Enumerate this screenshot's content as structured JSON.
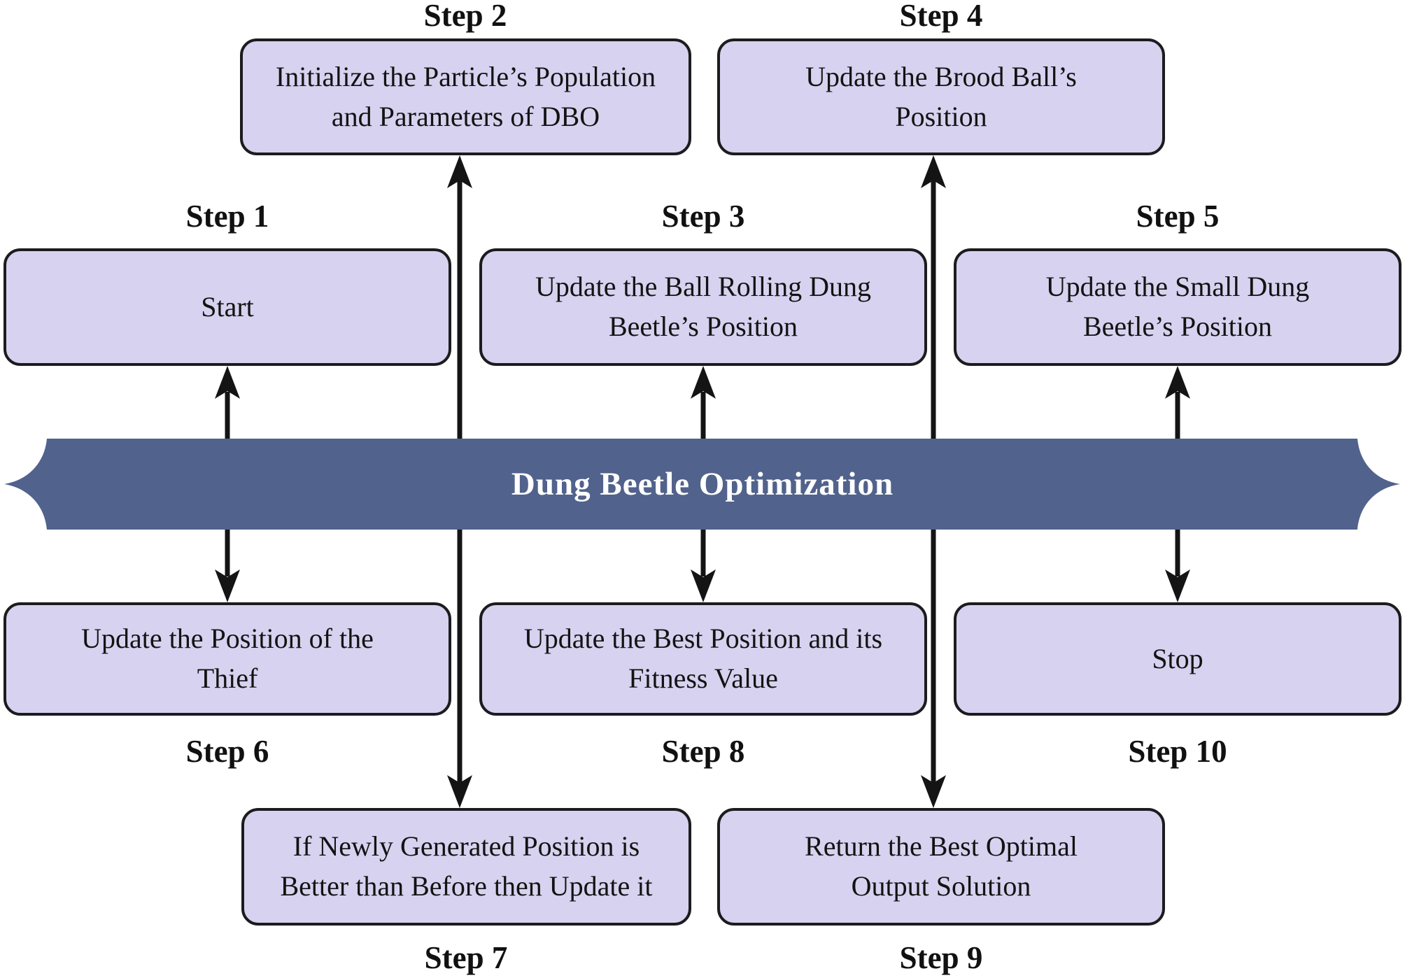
{
  "banner": {
    "title": "Dung Beetle Optimization",
    "color": "#51628c",
    "text_color": "#ffffff"
  },
  "colors": {
    "background": "#ffffff",
    "box_fill": "#d7d2ef",
    "box_border": "#1c1c1e",
    "arrow": "#141414",
    "step_label": "#111111",
    "box_text": "#131313",
    "banner_fill": "#51628c",
    "banner_text": "#ffffff"
  },
  "steps": [
    {
      "id": 1,
      "label": "Step 1",
      "text": "Start"
    },
    {
      "id": 2,
      "label": "Step 2",
      "text": "Initialize the Particle’s Population\nand Parameters of DBO"
    },
    {
      "id": 3,
      "label": "Step 3",
      "text": "Update the Ball Rolling Dung\nBeetle’s Position"
    },
    {
      "id": 4,
      "label": "Step 4",
      "text": "Update the Brood Ball’s\nPosition"
    },
    {
      "id": 5,
      "label": "Step 5",
      "text": "Update the Small Dung\nBeetle’s Position"
    },
    {
      "id": 6,
      "label": "Step 6",
      "text": "Update the Position of the\nThief"
    },
    {
      "id": 7,
      "label": "Step 7",
      "text": "If Newly Generated Position is\nBetter than Before then Update it"
    },
    {
      "id": 8,
      "label": "Step 8",
      "text": "Update the Best Position and its\nFitness Value"
    },
    {
      "id": 9,
      "label": "Step 9",
      "text": "Return the Best Optimal\nOutput Solution"
    },
    {
      "id": 10,
      "label": "Step 10",
      "text": "Stop"
    }
  ]
}
